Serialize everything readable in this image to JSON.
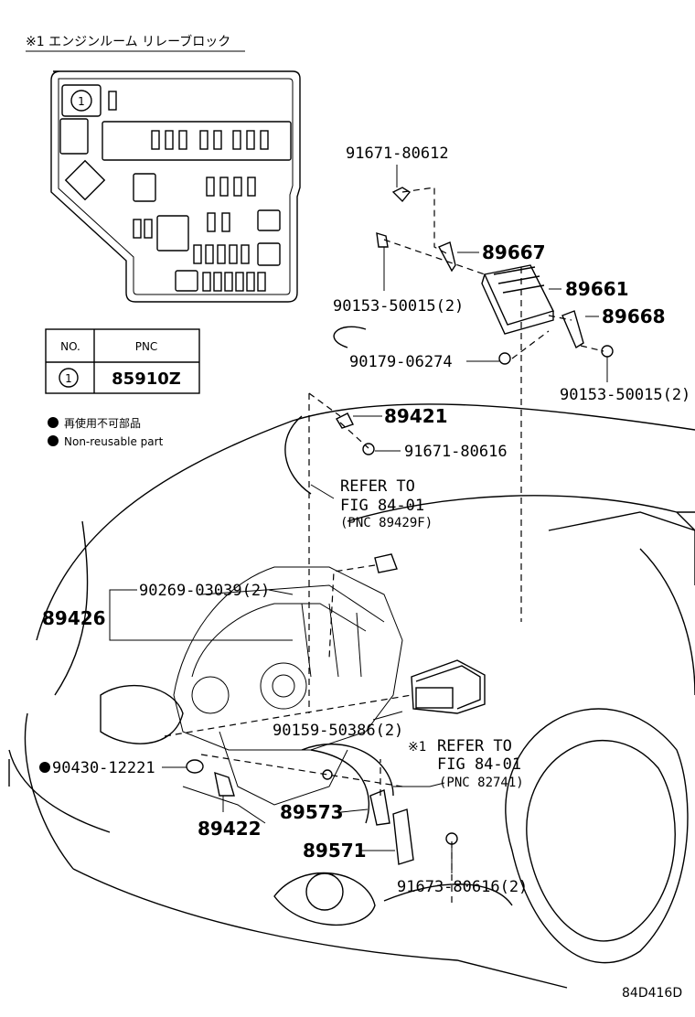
{
  "legend_header": "※1 エンジンルーム リレーブロック",
  "relay_circle": "1",
  "pnc_table": {
    "headers": [
      "NO.",
      "PNC"
    ],
    "rows": [
      {
        "no": "1",
        "pnc": "85910Z"
      }
    ]
  },
  "notes": {
    "jp": "再使用不可部品",
    "en": "Non-reusable part"
  },
  "parts": {
    "p91671_80612": "91671-80612",
    "p89667": "89667",
    "p89661": "89661",
    "p90153_a": "90153-50015(2)",
    "p89668": "89668",
    "p90179": "90179-06274",
    "p90153_b": "90153-50015(2)",
    "p89421": "89421",
    "p91671_80616": "91671-80616",
    "p90269": "90269-03039(2)",
    "p89426": "89426",
    "p90159": "90159-50386(2)",
    "p90430": "90430-12221",
    "p89422": "89422",
    "p89573": "89573",
    "p89571": "89571",
    "p91673": "91673-80616(2)"
  },
  "refer1": {
    "line1": "REFER TO",
    "line2": "FIG 84-01",
    "line3": "(PNC 89429F)"
  },
  "refer2": {
    "prefix": "※1",
    "line1": "REFER TO",
    "line2": "FIG 84-01",
    "line3": "(PNC 82741)"
  },
  "figure_id": "84D416D"
}
